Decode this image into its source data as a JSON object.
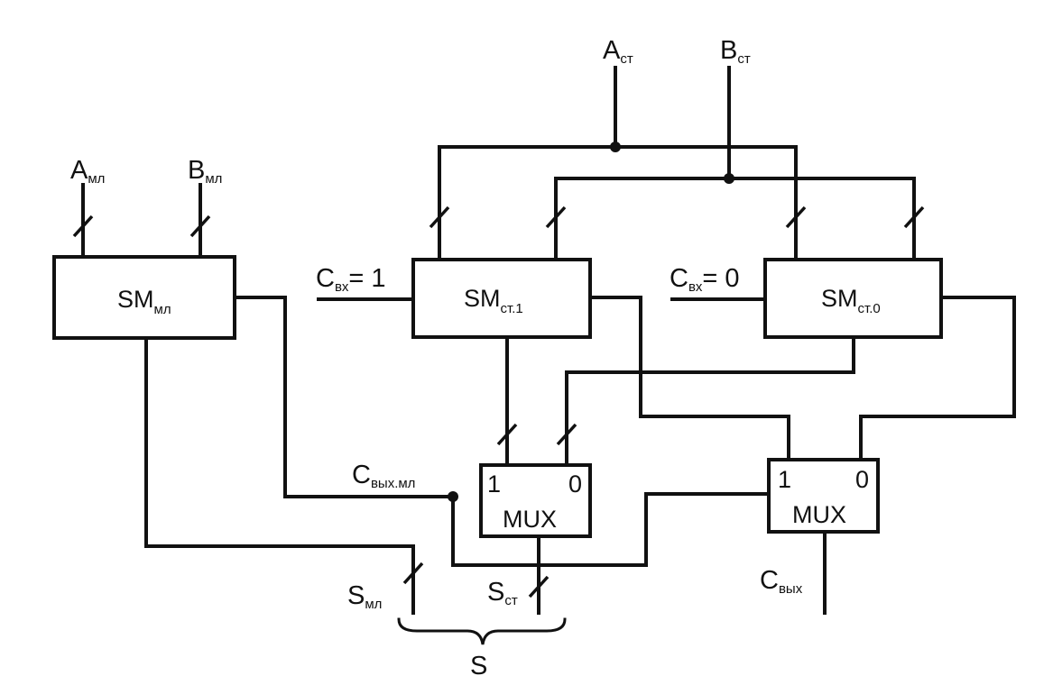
{
  "inputs": {
    "a_ml": {
      "main": "A",
      "sub": "мл"
    },
    "b_ml": {
      "main": "B",
      "sub": "мл"
    },
    "a_st": {
      "main": "A",
      "sub": "ст"
    },
    "b_st": {
      "main": "B",
      "sub": "ст"
    }
  },
  "carry_inputs": {
    "c1": {
      "main": "C",
      "sub": "вх",
      "value": "= 1"
    },
    "c0": {
      "main": "C",
      "sub": "вх",
      "value": "= 0"
    }
  },
  "blocks": {
    "sm_ml": {
      "main": "SM",
      "sub": "мл"
    },
    "sm_st1": {
      "main": "SM",
      "sub": "ст.1"
    },
    "sm_st0": {
      "main": "SM",
      "sub": "ст.0"
    }
  },
  "muxes": {
    "mux1": {
      "label": "MUX",
      "in1": "1",
      "in0": "0"
    },
    "mux2": {
      "label": "MUX",
      "in1": "1",
      "in0": "0"
    }
  },
  "signals": {
    "c_out_ml": {
      "main": "C",
      "sub": "вых.мл"
    },
    "s_ml": {
      "main": "S",
      "sub": "мл"
    },
    "s_st": {
      "main": "S",
      "sub": "ст"
    },
    "c_out": {
      "main": "C",
      "sub": "вых"
    },
    "s_total": "S"
  }
}
